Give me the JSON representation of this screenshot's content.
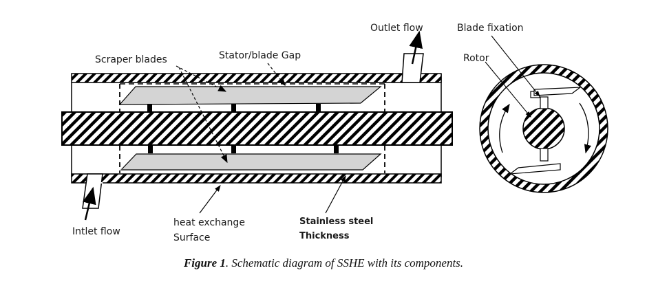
{
  "figure": {
    "caption_label": "Figure 1",
    "caption_text": ". Schematic diagram of SSHE with its components."
  },
  "labels": {
    "scraper_blades": "Scraper blades",
    "stator_gap": "Stator/blade Gap",
    "outlet_flow": "Outlet flow",
    "blade_fixation": "Blade fixation",
    "rotor": "Rotor",
    "inlet_flow": "Intlet flow",
    "heat_exchange_1": "heat exchange",
    "heat_exchange_2": "Surface",
    "stainless_1": "Stainless steel",
    "stainless_2": "Thickness"
  },
  "colors": {
    "stroke": "#000000",
    "blade_fill": "#d4d4d4",
    "background": "#ffffff"
  }
}
